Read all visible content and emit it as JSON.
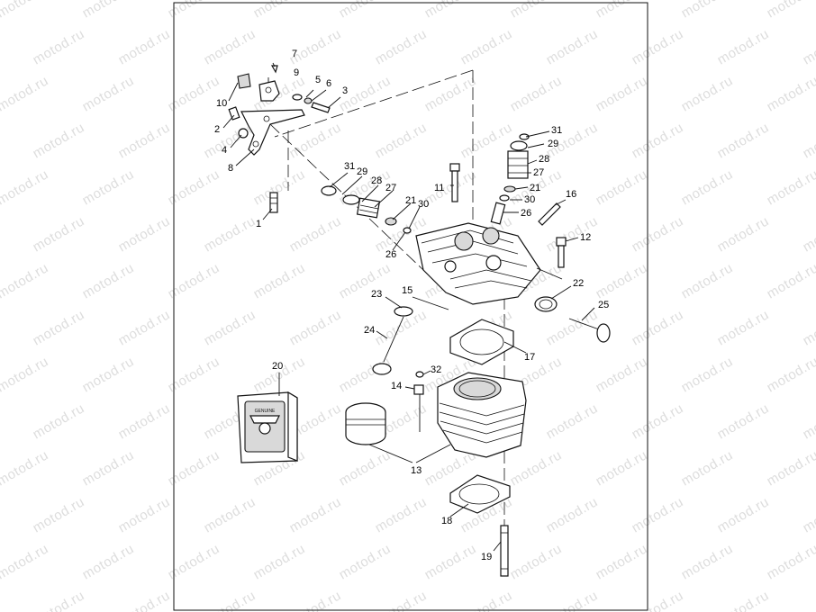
{
  "watermark": {
    "text": "motod.ru"
  },
  "diagram": {
    "box_label": "",
    "labels": [
      {
        "id": "l1",
        "text": "1"
      },
      {
        "id": "l2",
        "text": "2"
      },
      {
        "id": "l3",
        "text": "3"
      },
      {
        "id": "l4",
        "text": "4"
      },
      {
        "id": "l5",
        "text": "5"
      },
      {
        "id": "l6",
        "text": "6"
      },
      {
        "id": "l7",
        "text": "7"
      },
      {
        "id": "l8",
        "text": "8"
      },
      {
        "id": "l9",
        "text": "9"
      },
      {
        "id": "l10",
        "text": "10"
      },
      {
        "id": "l11",
        "text": "11"
      },
      {
        "id": "l12",
        "text": "12"
      },
      {
        "id": "l13",
        "text": "13"
      },
      {
        "id": "l14",
        "text": "14"
      },
      {
        "id": "l15",
        "text": "15"
      },
      {
        "id": "l16",
        "text": "16"
      },
      {
        "id": "l17",
        "text": "17"
      },
      {
        "id": "l18",
        "text": "18"
      },
      {
        "id": "l19",
        "text": "19"
      },
      {
        "id": "l20",
        "text": "20"
      },
      {
        "id": "l21a",
        "text": "21"
      },
      {
        "id": "l21b",
        "text": "21"
      },
      {
        "id": "l22",
        "text": "22"
      },
      {
        "id": "l23",
        "text": "23"
      },
      {
        "id": "l24",
        "text": "24"
      },
      {
        "id": "l25",
        "text": "25"
      },
      {
        "id": "l26a",
        "text": "26"
      },
      {
        "id": "l26b",
        "text": "26"
      },
      {
        "id": "l27a",
        "text": "27"
      },
      {
        "id": "l27b",
        "text": "27"
      },
      {
        "id": "l28a",
        "text": "28"
      },
      {
        "id": "l28b",
        "text": "28"
      },
      {
        "id": "l29a",
        "text": "29"
      },
      {
        "id": "l29b",
        "text": "29"
      },
      {
        "id": "l30a",
        "text": "30"
      },
      {
        "id": "l30b",
        "text": "30"
      },
      {
        "id": "l31a",
        "text": "31"
      },
      {
        "id": "l31b",
        "text": "31"
      },
      {
        "id": "l32",
        "text": "32"
      }
    ],
    "box_brand_text": "GENUINE"
  }
}
